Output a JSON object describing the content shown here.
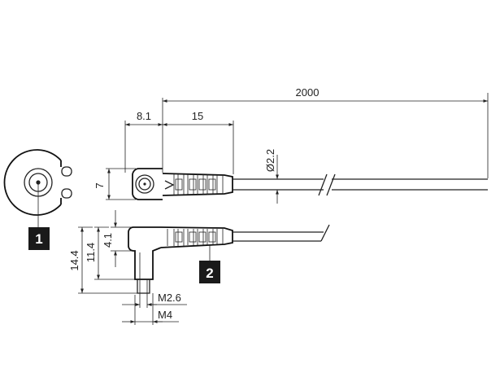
{
  "dimensions": {
    "cable_length": "2000",
    "head_width": "8.1",
    "strain_relief_length": "15",
    "cable_diameter": "Ø2.2",
    "head_height": "7",
    "angled_offset": "4.1",
    "angled_body_height": "11.4",
    "angled_total_height": "14.4",
    "thread_small": "M2.6",
    "thread_large": "M4"
  },
  "callouts": {
    "front_view": "1",
    "angled_version": "2"
  },
  "colors": {
    "line": "#222222",
    "callout_bg": "#1a1a1a",
    "callout_text": "#ffffff"
  }
}
